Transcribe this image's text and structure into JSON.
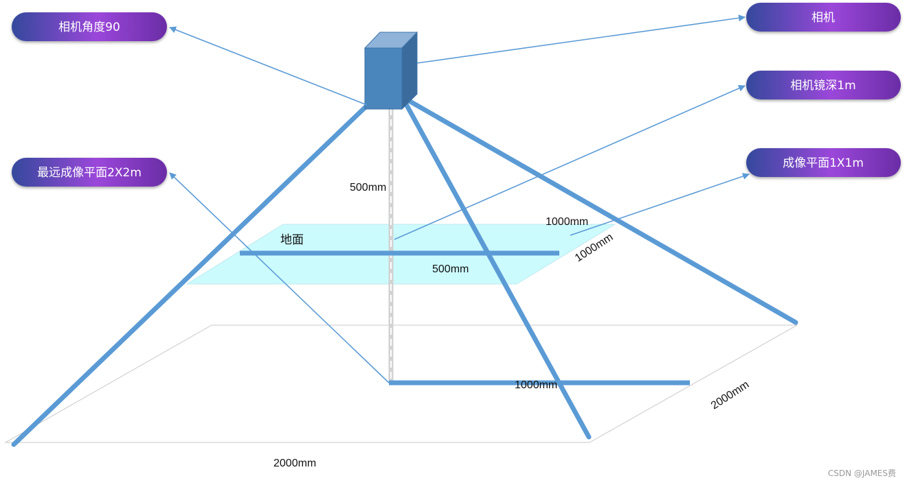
{
  "labels": {
    "camera_angle": "相机角度90",
    "camera": "相机",
    "camera_depth": "相机镜深1m",
    "far_plane": "最远成像平面2X2m",
    "imaging_plane": "成像平面1X1m"
  },
  "dimensions": {
    "height": "500mm",
    "ground_width": "1000mm",
    "ground_depth": "1000mm",
    "ground_half": "500mm",
    "far_half": "1000mm",
    "far_depth": "2000mm",
    "far_width": "2000mm"
  },
  "ground_label": "地面",
  "watermark": "CSDN @JAMES费",
  "colors": {
    "pill_start": "#3a4a9e",
    "pill_mid": "#9b45d9",
    "pill_end": "#6e2ea8",
    "beam": "#5b9bd5",
    "arrow": "#5b9bd5",
    "ground_fill": "#ccfbfe",
    "cube_front": "#4a86bc",
    "cube_top": "#8fb3d9",
    "cube_side": "#3a6b9c"
  }
}
